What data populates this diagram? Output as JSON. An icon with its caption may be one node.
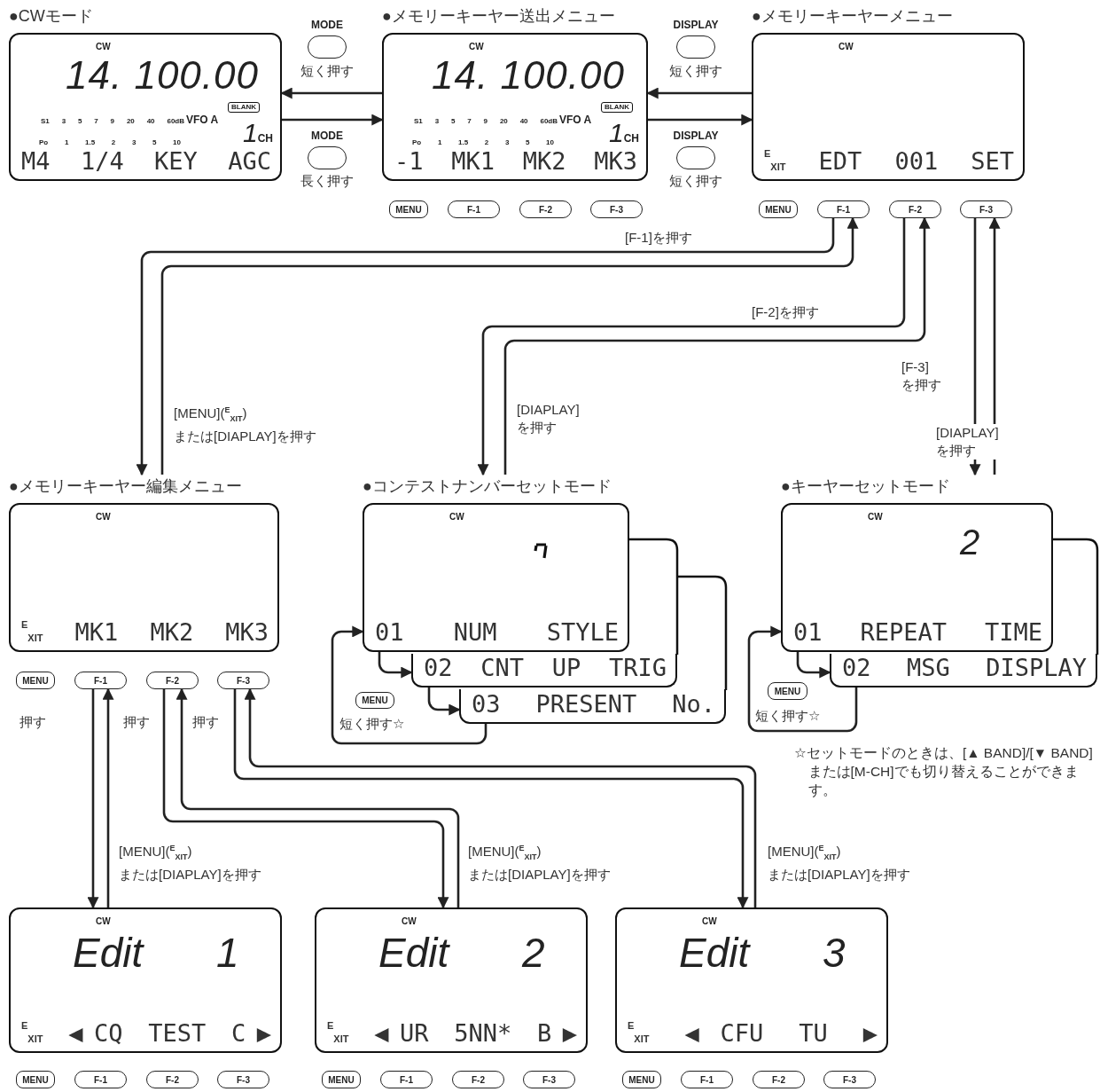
{
  "diagram": {
    "nodes": [
      {
        "text": [
          "●CWモード",
          "CW",
          "14. 100.00",
          "S1 3 5 7 9 20 40 60dB",
          "VFO A",
          "BLANK",
          "Po 1 1.5 2 3 5 10",
          "1$_{CH}$",
          "M4 1/4 KEY AGC"
        ]
      },
      {
        "text": [
          "●メモリーキーヤー送出メニュー",
          "CW",
          "14. 100.00",
          "S1 3 5 7 9 20 40 60dB",
          "VFO A",
          "BLANK",
          "Po 1 1.5 2 3 5 10",
          "1$_{CH}$",
          "-1 MK1 MK2 MK3"
        ]
      },
      {
        "text": [
          "●メモリーキーヤーメニュー",
          "CW",
          "$^{E}$$_{XIT}$ EDT 001 SET"
        ]
      },
      {
        "text": [
          "MODE"
        ]
      },
      {
        "text": [
          "MODE"
        ]
      },
      {
        "text": [
          "DISPLAY"
        ]
      },
      {
        "text": [
          "DISPLAY"
        ]
      },
      {
        "text": [
          "MENU"
        ]
      },
      {
        "text": [
          "F-1"
        ]
      },
      {
        "text": [
          "F-2"
        ]
      },
      {
        "text": [
          "F-3"
        ]
      },
      {
        "text": [
          "MENU"
        ]
      },
      {
        "text": [
          "F-1"
        ]
      },
      {
        "text": [
          "F-2"
        ]
      },
      {
        "text": [
          "F-3"
        ]
      },
      {
        "text": [
          "●メモリーキーヤー編集メニュー",
          "CW",
          "$^{E}$$_{XIT}$ MK1 MK2 MK3"
        ]
      },
      {
        "text": [
          "MENU"
        ]
      },
      {
        "text": [
          "F-1"
        ]
      },
      {
        "text": [
          "F-2"
        ]
      },
      {
        "text": [
          "F-3"
        ]
      },
      {
        "text": [
          "●コンテストナンバーセットモード",
          "CW",
          "01 NUM STYLE"
        ]
      },
      {
        "text": [
          "02 CNT UP TRIG"
        ]
      },
      {
        "text": [
          "03 PRESENT No."
        ]
      },
      {
        "text": [
          "MENU"
        ]
      },
      {
        "text": [
          "●キーヤーセットモード",
          "CW",
          "2",
          "01 REPEAT TIME"
        ]
      },
      {
        "text": [
          "02 MSG DISPLAY"
        ]
      },
      {
        "text": [
          "MENU"
        ]
      },
      {
        "text": [
          "CW",
          "Edit 1",
          "$^{E}$$_{XIT}$ ◀CQ TEST C▶"
        ]
      },
      {
        "text": [
          "MENU"
        ]
      },
      {
        "text": [
          "F-1"
        ]
      },
      {
        "text": [
          "F-2"
        ]
      },
      {
        "text": [
          "F-3"
        ]
      },
      {
        "text": [
          "CW",
          "Edit 2",
          "$^{E}$$_{XIT}$ ◀UR 5NN* B▶"
        ]
      },
      {
        "text": [
          "MENU"
        ]
      },
      {
        "text": [
          "F-1"
        ]
      },
      {
        "text": [
          "F-2"
        ]
      },
      {
        "text": [
          "F-3"
        ]
      },
      {
        "text": [
          "CW",
          "Edit 3",
          "$^{E}$$_{XIT}$ ◀CFU TU ▶"
        ]
      },
      {
        "text": [
          "MENU"
        ]
      },
      {
        "text": [
          "F-1"
        ]
      },
      {
        "text": [
          "F-2"
        ]
      },
      {
        "text": [
          "F-3"
        ]
      }
    ],
    "edges": [
      {
        "from": 1,
        "to": 0,
        "arrow": "to",
        "label": "短く押す"
      },
      {
        "from": 0,
        "to": 1,
        "arrow": "to",
        "label": "長く押す"
      },
      {
        "from": 2,
        "to": 1,
        "arrow": "to",
        "label": "短く押す"
      },
      {
        "from": 1,
        "to": 2,
        "arrow": "to",
        "label": "短く押す"
      },
      {
        "from": 12,
        "to": 15,
        "arrow": "to",
        "label": "[F-1]を押す"
      },
      {
        "from": 15,
        "to": 12,
        "arrow": "to",
        "label": "[MENU]($^{E}$$_{XIT}$) または[DIAPLAY]を押す"
      },
      {
        "from": 13,
        "to": 20,
        "arrow": "to",
        "label": "[F-2]を押す"
      },
      {
        "from": 20,
        "to": 13,
        "arrow": "to",
        "label": "[DIAPLAY] を押す"
      },
      {
        "from": 14,
        "to": 24,
        "arrow": "to",
        "label": "[F-3] を押す"
      },
      {
        "from": 24,
        "to": 14,
        "arrow": "to",
        "label": "[DIAPLAY] を押す"
      },
      {
        "from": 17,
        "to": 27,
        "arrow": "to"
      },
      {
        "from": 27,
        "to": 17,
        "arrow": "to",
        "label": "[MENU]($^{E}$$_{XIT}$) または[DIAPLAY]を押す"
      },
      {
        "from": 18,
        "to": 32,
        "arrow": "to"
      },
      {
        "from": 32,
        "to": 18,
        "arrow": "to",
        "label": "[MENU]($^{E}$$_{XIT}$) または[DIAPLAY]を押す"
      },
      {
        "from": 19,
        "to": 37,
        "arrow": "to"
      },
      {
        "from": 37,
        "to": 19,
        "arrow": "to",
        "label": "[MENU]($^{E}$$_{XIT}$) または[DIAPLAY]を押す"
      },
      {
        "from": 20,
        "to": 21,
        "arrow": "to"
      },
      {
        "from": 21,
        "to": 22,
        "arrow": "to"
      },
      {
        "from": 22,
        "to": 20,
        "arrow": "to",
        "label": "短く押す☆"
      },
      {
        "from": 24,
        "to": 25,
        "arrow": "to"
      },
      {
        "from": 25,
        "to": 24,
        "arrow": "to",
        "label": "短く押す☆"
      }
    ],
    "labels": [
      "押す",
      "押す",
      "押す",
      "☆セットモードのときは、[▲ BAND]/[▼ BAND]または[M-CH]でも切り替えることができます。"
    ]
  }
}
